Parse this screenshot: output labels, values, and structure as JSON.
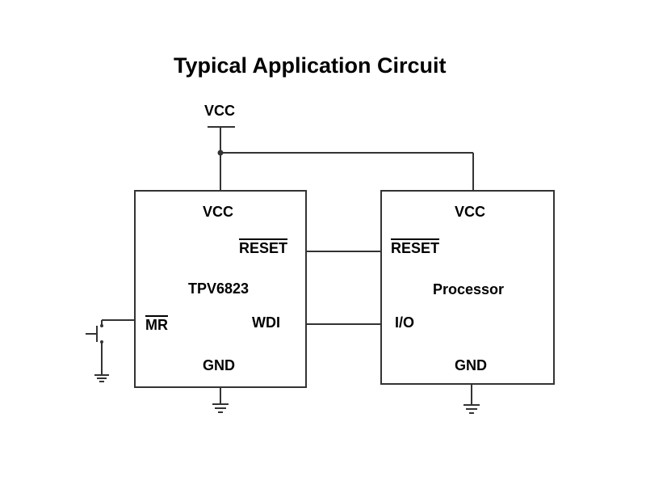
{
  "title": "Typical Application Circuit",
  "supply_label": "VCC",
  "tpv": {
    "vcc": "VCC",
    "reset": "RESET",
    "name": "TPV6823",
    "mr": "MR",
    "wdi": "WDI",
    "gnd": "GND"
  },
  "processor": {
    "vcc": "VCC",
    "reset": "RESET",
    "name": "Processor",
    "io": "I/O",
    "gnd": "GND"
  }
}
